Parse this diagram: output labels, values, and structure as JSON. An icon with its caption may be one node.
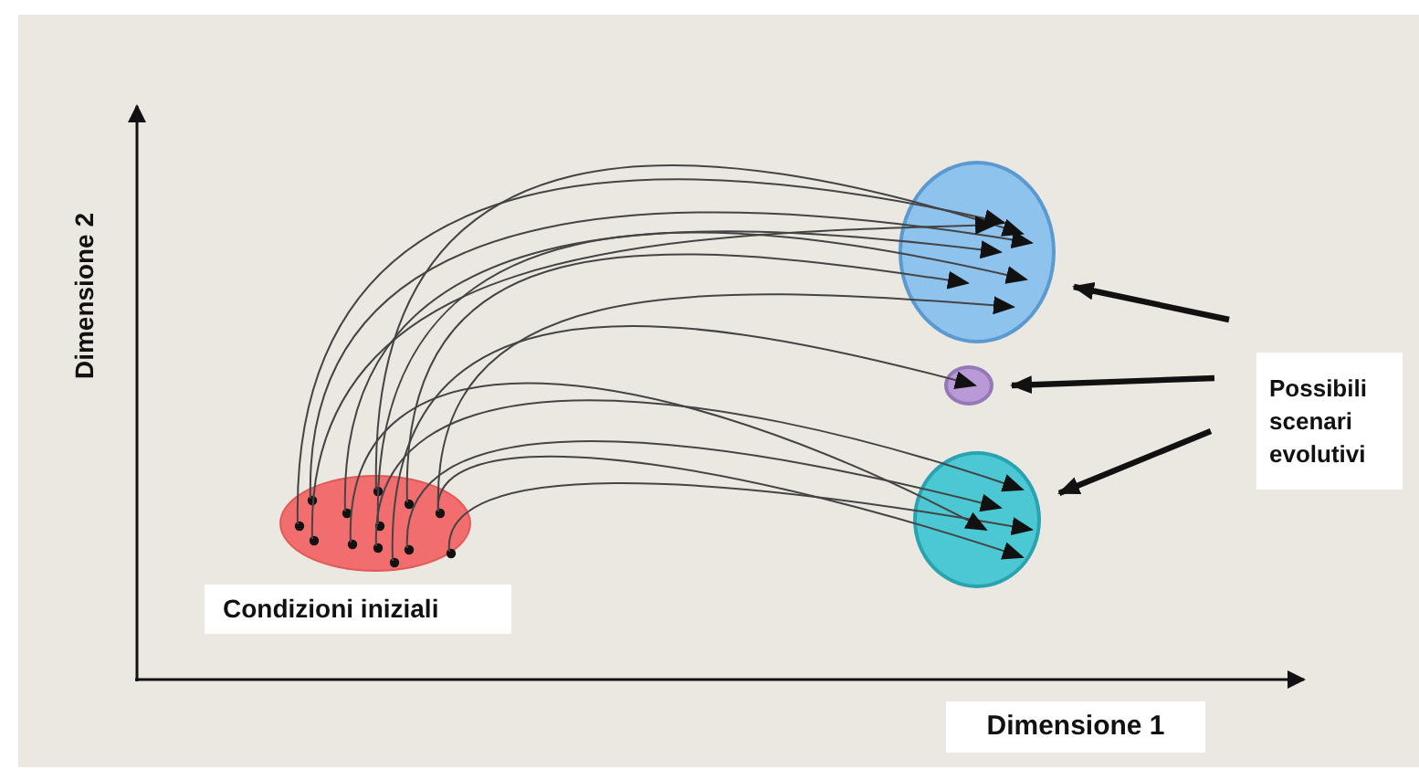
{
  "diagram": {
    "nodes": [
      {
        "text": [
          "Condizioni iniziali"
        ]
      },
      {
        "text": [],
        "shape": "circle"
      },
      {
        "text": [],
        "shape": "circle"
      },
      {
        "text": [],
        "shape": "circle"
      },
      {
        "text": [
          "Possibili scenari evolutivi"
        ]
      }
    ],
    "edges": [
      {
        "from": 0,
        "to": 1,
        "arrow": "to"
      },
      {
        "from": 0,
        "to": 1,
        "arrow": "to"
      },
      {
        "from": 0,
        "to": 1,
        "arrow": "to"
      },
      {
        "from": 0,
        "to": 1,
        "arrow": "to"
      },
      {
        "from": 0,
        "to": 1,
        "arrow": "to"
      },
      {
        "from": 0,
        "to": 1,
        "arrow": "to"
      },
      {
        "from": 0,
        "to": 1,
        "arrow": "to"
      },
      {
        "from": 0,
        "to": 1,
        "arrow": "to"
      },
      {
        "from": 0,
        "to": 2,
        "arrow": "to"
      },
      {
        "from": 0,
        "to": 3,
        "arrow": "to"
      },
      {
        "from": 0,
        "to": 3,
        "arrow": "to"
      },
      {
        "from": 0,
        "to": 3,
        "arrow": "to"
      },
      {
        "from": 0,
        "to": 3,
        "arrow": "to"
      },
      {
        "from": 0,
        "to": 3,
        "arrow": "to"
      },
      {
        "from": 4,
        "to": 1,
        "arrow": "to",
        "style": "thick"
      },
      {
        "from": 4,
        "to": 2,
        "arrow": "to",
        "style": "thick"
      },
      {
        "from": 4,
        "to": 3,
        "arrow": "to",
        "style": "thick"
      }
    ],
    "labels": [
      "Dimensione 2",
      "Dimensione 1"
    ]
  }
}
